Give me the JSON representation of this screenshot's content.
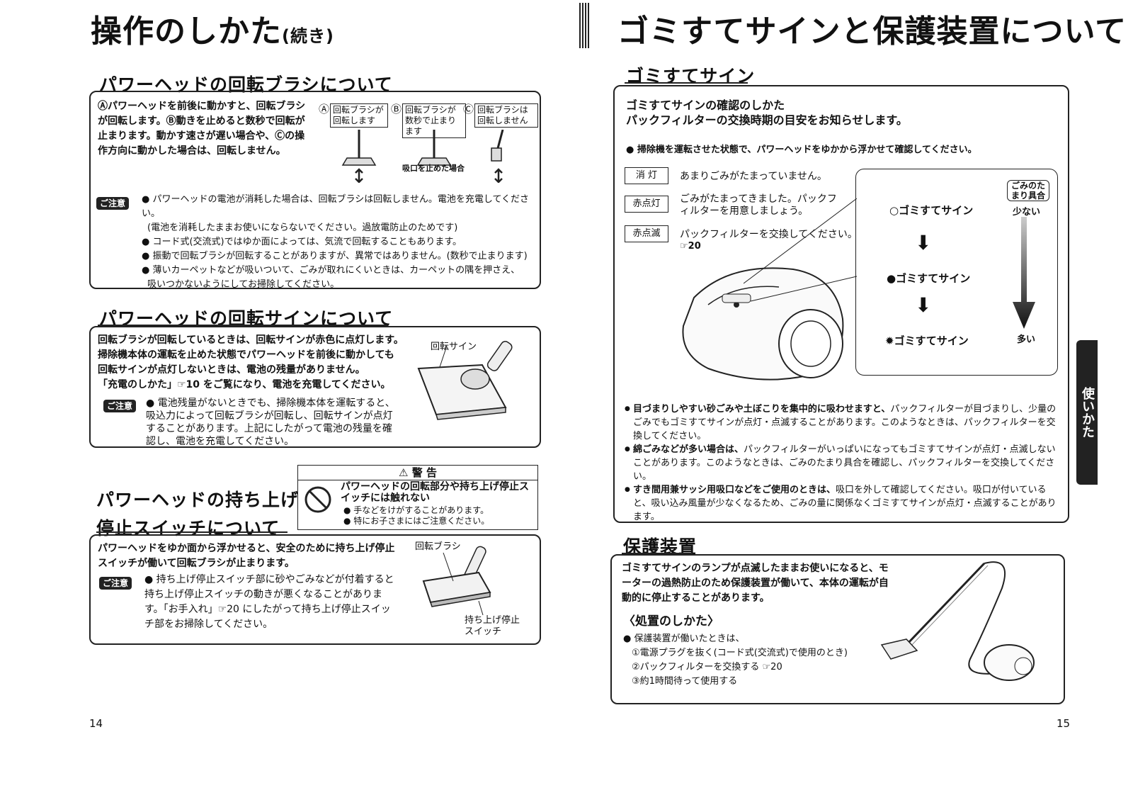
{
  "left": {
    "title": "操作のしかた",
    "title_sub": "(続き)",
    "rotbrush": {
      "heading": "パワーヘッドの回転ブラシについて",
      "body": "Ⓐパワーヘッドを前後に動かすと、回転ブラシが回転します。Ⓑ動きを止めると数秒で回転が止まります。動かす速さが遅い場合や、Ⓒの操作方向に動かした場合は、回転しません。",
      "figA_letter": "Ⓐ",
      "figA": "回転ブラシが回転します",
      "figB_letter": "Ⓑ",
      "figB": "回転ブラシが数秒で止まります",
      "figC_letter": "Ⓒ",
      "figC": "回転ブラシは回転しません",
      "figB_note": "吸口を止めた場合",
      "caution_label": "ご注意",
      "notes": [
        "パワーヘッドの電池が消耗した場合は、回転ブラシは回転しません。電池を充電してください。",
        "(電池を消耗したままお使いにならないでください。過放電防止のためです)",
        "コード式(交流式)ではゆか面によっては、気流で回転することもあります。",
        "振動で回転ブラシが回転することがありますが、異常ではありません。(数秒で止まります)",
        "薄いカーペットなどが吸いついて、ごみが取れにくいときは、カーペットの隅を押さえ、",
        "吸いつかないようにしてお掃除してください。"
      ]
    },
    "rotsign": {
      "heading": "パワーヘッドの回転サインについて",
      "body_lines": [
        "回転ブラシが回転しているときは、回転サインが赤色に点灯します。",
        "掃除機本体の運転を止めた状態でパワーヘッドを前後に動かしても",
        "回転サインが点灯しないときは、電池の残量がありません。",
        "「充電のしかた」☞10 をご覧になり、電池を充電してください。"
      ],
      "fig_label": "回転サイン",
      "caution_label": "ご注意",
      "note": "電池残量がないときでも、掃除機本体を運転すると、吸込力によって回転ブラシが回転し、回転サインが点灯することがあります。上記にしたがって電池の残量を確認し、電池を充電してください。"
    },
    "liftstop": {
      "heading_line1": "パワーヘッドの持ち上げ",
      "heading_line2": "停止スイッチについて",
      "warning_title": "警 告",
      "warning_head": "パワーヘッドの回転部分や持ち上げ停止スイッチには触れない",
      "warning_items": [
        "手などをけがすることがあります。",
        "特にお子さまにはご注意ください。"
      ],
      "body": "パワーヘッドをゆか面から浮かせると、安全のために持ち上げ停止スイッチが働いて回転ブラシが止まります。",
      "caution_label": "ご注意",
      "note": "持ち上げ停止スイッチ部に砂やごみなどが付着すると持ち上げ停止スイッチの動きが悪くなることがあります。「お手入れ」☞20 にしたがって持ち上げ停止スイッチ部をお掃除してください。",
      "fig_label_top": "回転ブラシ",
      "fig_label_bottom": "持ち上げ停止スイッチ"
    },
    "page_number": "14"
  },
  "right": {
    "title": "ゴミすてサインと保護装置について",
    "dust": {
      "heading": "ゴミすてサイン",
      "sub1": "ゴミすてサインの確認のしかた",
      "sub2": "パックフィルターの交換時期の目安をお知らせします。",
      "instruction": "掃除機を運転させた状態で、パワーヘッドをゆかから浮かせて確認してください。",
      "states": [
        {
          "label": "消 灯",
          "text": "あまりごみがたまっていません。"
        },
        {
          "label": "赤点灯",
          "text": "ごみがたまってきました。パックフィルターを用意しましょう。"
        },
        {
          "label": "赤点滅",
          "text": "パックフィルターを交換してください。"
        }
      ],
      "ref": "☞20",
      "sign_label": "ゴミすてサイン",
      "scale_top": "ごみのたまり具合",
      "scale_less": "少ない",
      "scale_more": "多い",
      "notes": [
        {
          "bold": "目づまりしやすい砂ごみや土ぼこりを集中的に吸わせますと、",
          "text": "パックフィルターが目づまりし、少量のごみでもゴミすてサインが点灯・点滅することがあります。このようなときは、パックフィルターを交換してください。"
        },
        {
          "bold": "綿ごみなどが多い場合は、",
          "text": "パックフィルターがいっぱいになってもゴミすてサインが点灯・点滅しないことがあります。このようなときは、ごみのたまり具合を確認し、パックフィルターを交換してください。"
        },
        {
          "bold": "すき間用兼サッシ用吸口などをご使用のときは、",
          "text": "吸口を外して確認してください。吸口が付いていると、吸い込み風量が少なくなるため、ごみの量に関係なくゴミすてサインが点灯・点滅することがあります。"
        }
      ]
    },
    "protect": {
      "heading": "保護装置",
      "body": "ゴミすてサインのランプが点滅したままお使いになると、モーターの過熱防止のため保護装置が働いて、本体の運転が自動的に停止することがあります。",
      "sub": "〈処置のしかた〉",
      "intro": "保護装置が働いたときは、",
      "steps": [
        "①電源プラグを抜く(コード式(交流式)で使用のとき)",
        "②パックフィルターを交換する ☞20",
        "③約1時間待って使用する"
      ]
    },
    "side_tab": "使いかた",
    "page_number": "15"
  }
}
